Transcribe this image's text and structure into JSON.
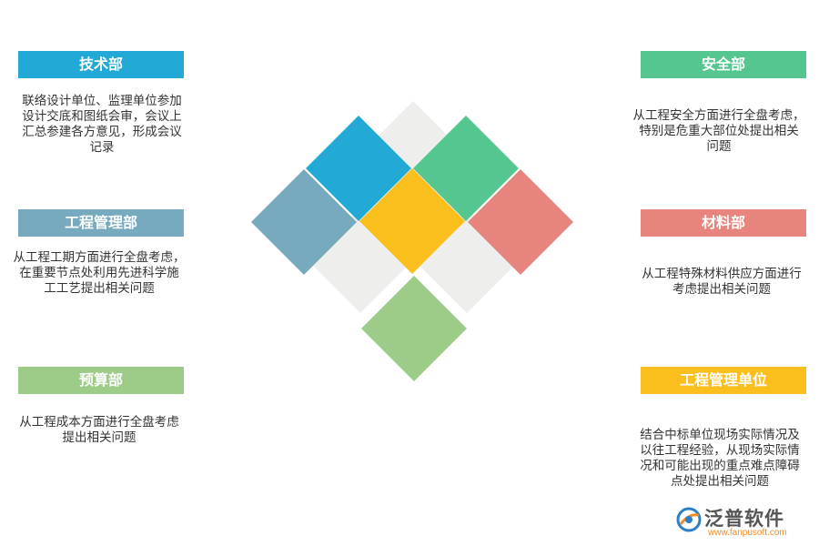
{
  "departments": {
    "tech": {
      "label": "技术部",
      "color": "#22a9d6",
      "desc": [
        "联络设计单位、监理单位参加",
        "设计交底和图纸会审，会议上",
        "汇总参建各方意见，形成会议",
        "记录"
      ]
    },
    "eng_mgmt": {
      "label": "工程管理部",
      "color": "#78aabf",
      "desc": [
        "从工程工期方面进行全盘考虑，",
        "在重要节点处利用先进科学施",
        "工工艺提出相关问题"
      ]
    },
    "budget": {
      "label": "预算部",
      "color": "#9dcb88",
      "desc": [
        "从工程成本方面进行全盘考虑",
        "提出相关问题"
      ]
    },
    "safety": {
      "label": "安全部",
      "color": "#55c690",
      "desc": [
        "从工程安全方面进行全盘考虑，",
        "特别是危重大部位处提出相关",
        "问题"
      ]
    },
    "material": {
      "label": "材料部",
      "color": "#e7847e",
      "desc": [
        "从工程特殊材料供应方面进行",
        "考虑提出相关问题"
      ]
    },
    "eng_unit": {
      "label": "工程管理单位",
      "color": "#fbbf1d",
      "desc": [
        "结合中标单位现场实际情况及",
        "以往工程经验，从现场实际情",
        "况和可能出现的重点难点障碍",
        "点处提出相关问题"
      ]
    }
  },
  "center_colors": {
    "gray": "#eeeeec",
    "blue": "#22a9d6",
    "green": "#55c690",
    "steel": "#78aabf",
    "yellow": "#fbbf1d",
    "red": "#e7847e",
    "lightgreen": "#9dcb88"
  },
  "logo": {
    "name": "泛普软件",
    "url": "www.fanpusoft.com"
  }
}
